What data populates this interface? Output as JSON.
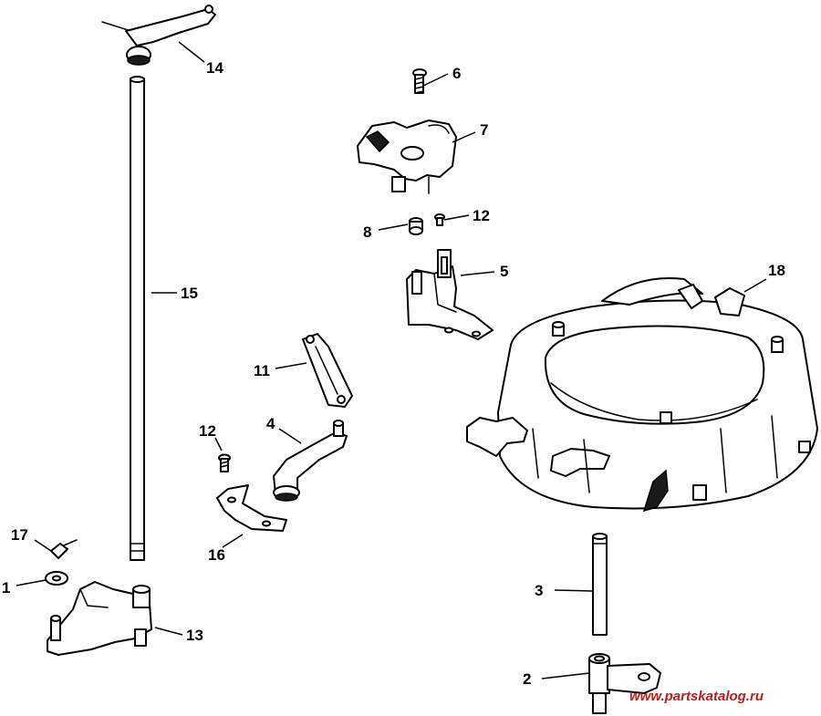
{
  "callouts": [
    {
      "id": "c1",
      "label": "1"
    },
    {
      "id": "c2",
      "label": "2"
    },
    {
      "id": "c3",
      "label": "3"
    },
    {
      "id": "c4",
      "label": "4"
    },
    {
      "id": "c5",
      "label": "5"
    },
    {
      "id": "c6",
      "label": "6"
    },
    {
      "id": "c7",
      "label": "7"
    },
    {
      "id": "c8",
      "label": "8"
    },
    {
      "id": "c11",
      "label": "11"
    },
    {
      "id": "c12a",
      "label": "12"
    },
    {
      "id": "c12b",
      "label": "12"
    },
    {
      "id": "c13",
      "label": "13"
    },
    {
      "id": "c14",
      "label": "14"
    },
    {
      "id": "c15",
      "label": "15"
    },
    {
      "id": "c16",
      "label": "16"
    },
    {
      "id": "c17",
      "label": "17"
    },
    {
      "id": "c18",
      "label": "18"
    }
  ],
  "watermark": "www.partskatalog.ru"
}
